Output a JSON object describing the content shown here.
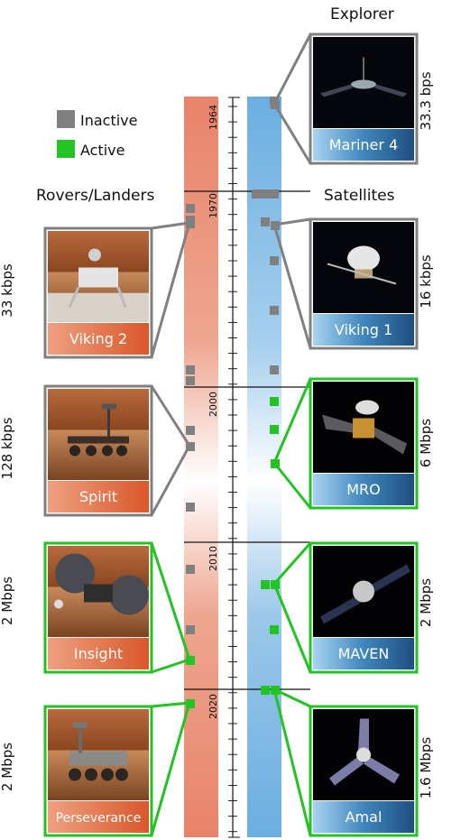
{
  "headings": {
    "explorer": "Explorer",
    "rovers": "Rovers/Landers",
    "satellites": "Satellites"
  },
  "legend": [
    {
      "label": "Inactive",
      "color": "#808080"
    },
    {
      "label": "Active",
      "color": "#22c322"
    }
  ],
  "colors": {
    "rover_bar": "#e8836a",
    "satellite_bar": "#6aaee0",
    "inactive": "#808080",
    "active": "#22c322"
  },
  "year_ticks": [
    "1964",
    "1970",
    "2000",
    "2010",
    "2020"
  ],
  "missions": [
    {
      "name": "Mariner 4",
      "side": "satellite",
      "status": "inactive",
      "rate": "33.3 bps",
      "image": "mariner-4-spacecraft-image"
    },
    {
      "name": "Viking 2",
      "side": "rover",
      "status": "inactive",
      "rate": "33 kbps",
      "image": "viking-2-lander-image"
    },
    {
      "name": "Viking 1",
      "side": "satellite",
      "status": "inactive",
      "rate": "16 kbps",
      "image": "viking-1-orbiter-image"
    },
    {
      "name": "Spirit",
      "side": "rover",
      "status": "inactive",
      "rate": "128 kbps",
      "image": "spirit-rover-image"
    },
    {
      "name": "MRO",
      "side": "satellite",
      "status": "active",
      "rate": "6 Mbps",
      "image": "mro-orbiter-image"
    },
    {
      "name": "Insight",
      "side": "rover",
      "status": "active",
      "rate": "2 Mbps",
      "image": "insight-lander-image"
    },
    {
      "name": "MAVEN",
      "side": "satellite",
      "status": "active",
      "rate": "2 Mbps",
      "image": "maven-orbiter-image"
    },
    {
      "name": "Perseverance",
      "side": "rover",
      "status": "active",
      "rate": "2 Mbps",
      "image": "perseverance-rover-image"
    },
    {
      "name": "Amal",
      "side": "satellite",
      "status": "active",
      "rate": "1.6 Mbps",
      "image": "amal-orbiter-image"
    }
  ]
}
